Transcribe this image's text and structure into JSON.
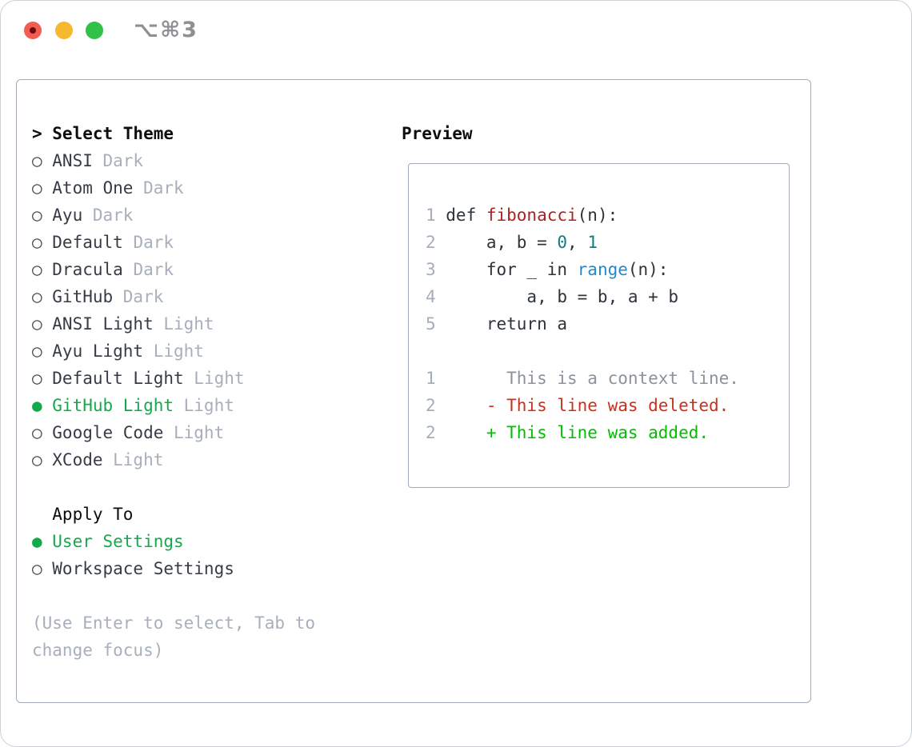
{
  "colors": {
    "accent_green": "#14aa4b",
    "add_green": "#00be00",
    "del_red": "#cc301c",
    "func_red": "#b0211f",
    "builtin_blue": "#2188d2",
    "number_teal": "#0e7f80",
    "code_plain": "#2d333b",
    "lineno_gray": "#a4aeba",
    "ctx_gray": "#8b929b",
    "name_dark": "#363c45",
    "marker_gray": "#40454d",
    "muted_gray": "#a7afbc",
    "header_black": "#0b0d0f",
    "border_gray": "#a2abb6",
    "light_red": "#f25d51",
    "light_red_dot": "#6e0b0b",
    "light_yellow": "#f6b82e",
    "light_green": "#31c146",
    "shortcut_gray": "#8f9094"
  },
  "window": {
    "shortcut_label": "⌥⌘3"
  },
  "theme_panel": {
    "header": {
      "prefix": ">",
      "label": "Select Theme"
    },
    "themes": [
      {
        "name": "ANSI",
        "variant": "Dark",
        "selected": false
      },
      {
        "name": "Atom One",
        "variant": "Dark",
        "selected": false
      },
      {
        "name": "Ayu",
        "variant": "Dark",
        "selected": false
      },
      {
        "name": "Default",
        "variant": "Dark",
        "selected": false
      },
      {
        "name": "Dracula",
        "variant": "Dark",
        "selected": false
      },
      {
        "name": "GitHub",
        "variant": "Dark",
        "selected": false
      },
      {
        "name": "ANSI Light",
        "variant": "Light",
        "selected": false
      },
      {
        "name": "Ayu Light",
        "variant": "Light",
        "selected": false
      },
      {
        "name": "Default Light",
        "variant": "Light",
        "selected": false
      },
      {
        "name": "GitHub Light",
        "variant": "Light",
        "selected": true
      },
      {
        "name": "Google Code",
        "variant": "Light",
        "selected": false
      },
      {
        "name": "XCode",
        "variant": "Light",
        "selected": false
      }
    ],
    "apply_to": {
      "label": "Apply To",
      "options": [
        {
          "name": "User Settings",
          "selected": true
        },
        {
          "name": "Workspace Settings",
          "selected": false
        }
      ]
    },
    "hint_lines": [
      "(Use Enter to select, Tab to",
      "change focus)"
    ]
  },
  "preview_panel": {
    "title": "Preview",
    "lines": [
      {
        "num": "1",
        "segments": [
          {
            "text": "def ",
            "style": "plain"
          },
          {
            "text": "fibonacci",
            "style": "func"
          },
          {
            "text": "(n):",
            "style": "plain"
          }
        ]
      },
      {
        "num": "2",
        "segments": [
          {
            "text": "    a, b = ",
            "style": "plain"
          },
          {
            "text": "0",
            "style": "number"
          },
          {
            "text": ", ",
            "style": "plain"
          },
          {
            "text": "1",
            "style": "number"
          }
        ]
      },
      {
        "num": "3",
        "segments": [
          {
            "text": "    for _ in ",
            "style": "plain"
          },
          {
            "text": "range",
            "style": "builtin"
          },
          {
            "text": "(n):",
            "style": "plain"
          }
        ]
      },
      {
        "num": "4",
        "segments": [
          {
            "text": "        a, b = b, a + b",
            "style": "plain"
          }
        ]
      },
      {
        "num": "5",
        "segments": [
          {
            "text": "    return a",
            "style": "plain"
          }
        ]
      },
      {
        "num": "",
        "segments": []
      },
      {
        "num": "1",
        "segments": [
          {
            "text": "      This is a context line.",
            "style": "ctx"
          }
        ]
      },
      {
        "num": "2",
        "segments": [
          {
            "text": "    - This line was deleted.",
            "style": "del"
          }
        ]
      },
      {
        "num": "2",
        "segments": [
          {
            "text": "    + This line was added.",
            "style": "add"
          }
        ]
      }
    ]
  }
}
